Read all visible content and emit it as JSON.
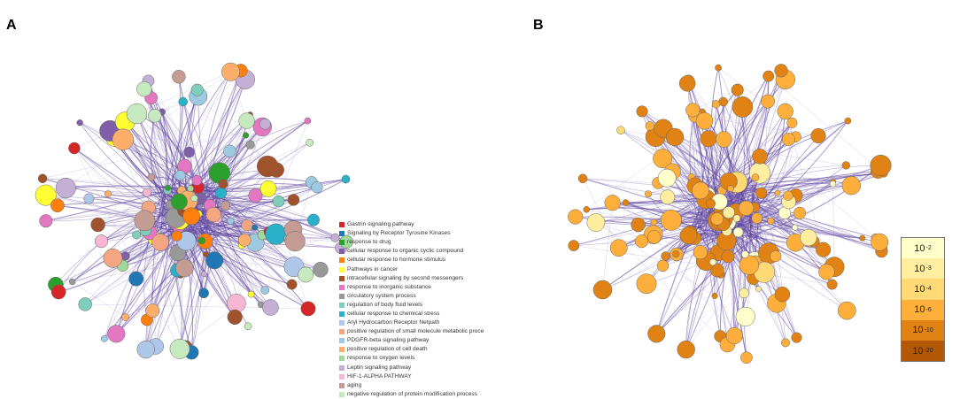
{
  "panels": {
    "a_label": "A",
    "b_label": "B"
  },
  "colors": {
    "edge": "#5b3f9e",
    "edge_light": "#9b8cc4",
    "node_stroke": "#666666"
  },
  "legend_a": [
    {
      "label": "Gastrin signaling pathway",
      "color": "#d62728"
    },
    {
      "label": "Signaling by Receptor Tyrosine Kinases",
      "color": "#1f77b4"
    },
    {
      "label": "response to drug",
      "color": "#2ca02c"
    },
    {
      "label": "cellular response to organic cyclic compound",
      "color": "#7f5fa8"
    },
    {
      "label": "cellular response to hormone stimulus",
      "color": "#ff7f0e"
    },
    {
      "label": "Pathways in cancer",
      "color": "#ffff33"
    },
    {
      "label": "intracellular signaling by second messengers",
      "color": "#a0522d"
    },
    {
      "label": "response to inorganic substance",
      "color": "#e377c2"
    },
    {
      "label": "circulatory system process",
      "color": "#999999"
    },
    {
      "label": "regulation of body fluid levels",
      "color": "#7fcdbb"
    },
    {
      "label": "cellular response to chemical stress",
      "color": "#2ab0c8"
    },
    {
      "label": "Aryl Hydrocarbon Receptor Netpath",
      "color": "#aec7e8"
    },
    {
      "label": "positive regulation of small molecule metabolic proce",
      "color": "#f4a582"
    },
    {
      "label": "PDGFR-beta signaling pathway",
      "color": "#9ecae1"
    },
    {
      "label": "positive regulation of cell death",
      "color": "#fdae6b"
    },
    {
      "label": "response to oxygen levels",
      "color": "#a1d99b"
    },
    {
      "label": "Leptin signaling pathway",
      "color": "#c5b0d5"
    },
    {
      "label": "HIF-1-ALPHA PATHWAY",
      "color": "#f7b6d2"
    },
    {
      "label": "aging",
      "color": "#c49c94"
    },
    {
      "label": "negative regulation of protein modification process",
      "color": "#c7e9c0"
    }
  ],
  "scale_b": [
    {
      "base": "10",
      "exp": "-2",
      "color": "#ffffcc"
    },
    {
      "base": "10",
      "exp": "-3",
      "color": "#ffeda0"
    },
    {
      "base": "10",
      "exp": "-4",
      "color": "#fed976"
    },
    {
      "base": "10",
      "exp": "-6",
      "color": "#fdae3b"
    },
    {
      "base": "10",
      "exp": "-10",
      "color": "#e08214"
    },
    {
      "base": "10",
      "exp": "-20",
      "color": "#b35806"
    }
  ]
}
